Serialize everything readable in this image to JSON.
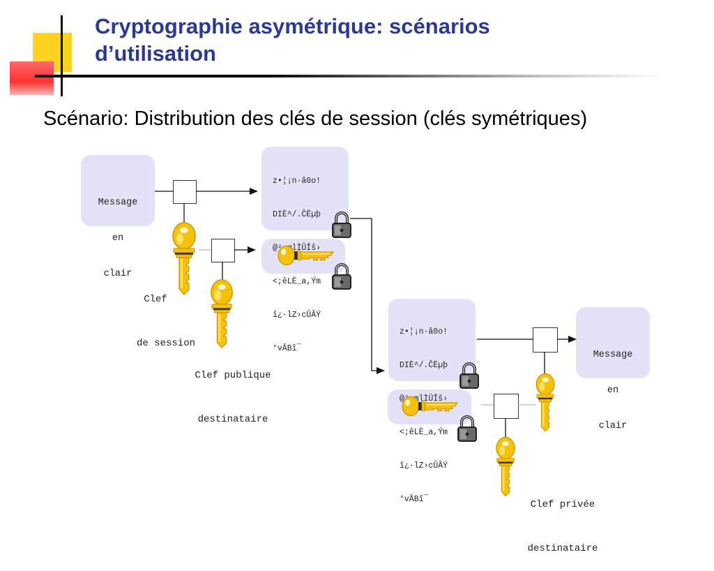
{
  "title": {
    "line1": "Cryptographie asymétrique: scénarios",
    "line2": "d’utilisation"
  },
  "subtitle": "Scénario: Distribution des clés de session (clés symétriques)",
  "diagram": {
    "message_in": [
      "Message",
      "en",
      "clair"
    ],
    "message_out": [
      "Message",
      "en",
      "clair"
    ],
    "ciphertext": [
      "z•¦¡n·â0o!",
      "DIÈ^/.ČËµþ",
      "@² mlÌÛÎš›",
      "<;êLÈ_a,Ým",
      "î¿·lZ›cÛÂÝ",
      "°vÂBî¯"
    ],
    "session_key_label": [
      "Clef",
      "de session"
    ],
    "public_key_label": [
      "Clef publique",
      "destinataire"
    ],
    "private_key_label": [
      "Clef privée",
      "destinataire"
    ]
  },
  "colors": {
    "title": "#2b3a8f",
    "accent_yellow": "#ffd21e",
    "accent_red": "#ff3030",
    "box_fill": "#e3e3f7",
    "key_gold": "#f4c20d",
    "lock": "#555555"
  },
  "icons": [
    "session-key-icon",
    "public-key-icon",
    "private-key-icon",
    "padlock-icon",
    "arrow-icon"
  ]
}
